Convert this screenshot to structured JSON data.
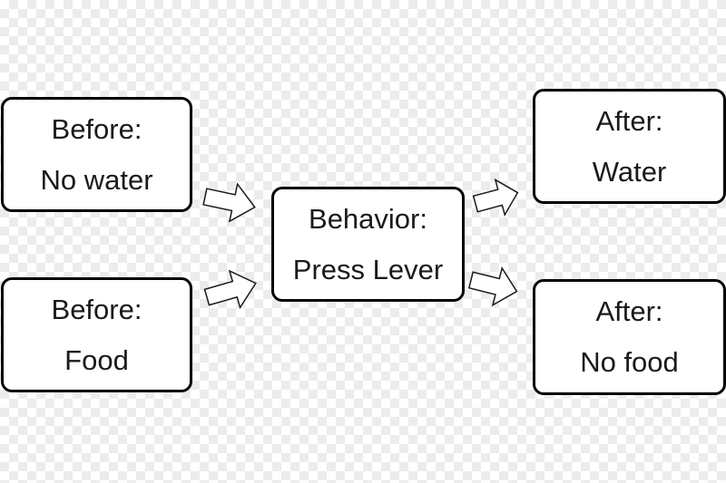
{
  "boxes": {
    "before_water": {
      "heading": "Before:",
      "text": "No water"
    },
    "before_food": {
      "heading": "Before:",
      "text": "Food"
    },
    "behavior": {
      "heading": "Behavior:",
      "text": "Press Lever"
    },
    "after_water": {
      "heading": "After:",
      "text": "Water"
    },
    "after_food": {
      "heading": "After:",
      "text": "No food"
    }
  },
  "arrows": [
    {
      "from": "before_water",
      "to": "behavior",
      "icon": "block-arrow-icon"
    },
    {
      "from": "before_food",
      "to": "behavior",
      "icon": "block-arrow-icon"
    },
    {
      "from": "behavior",
      "to": "after_water",
      "icon": "block-arrow-icon"
    },
    {
      "from": "behavior",
      "to": "after_food",
      "icon": "block-arrow-icon"
    }
  ],
  "colors": {
    "border": "#000000",
    "text": "#1a1a1a",
    "box_fill": "#ffffff"
  }
}
